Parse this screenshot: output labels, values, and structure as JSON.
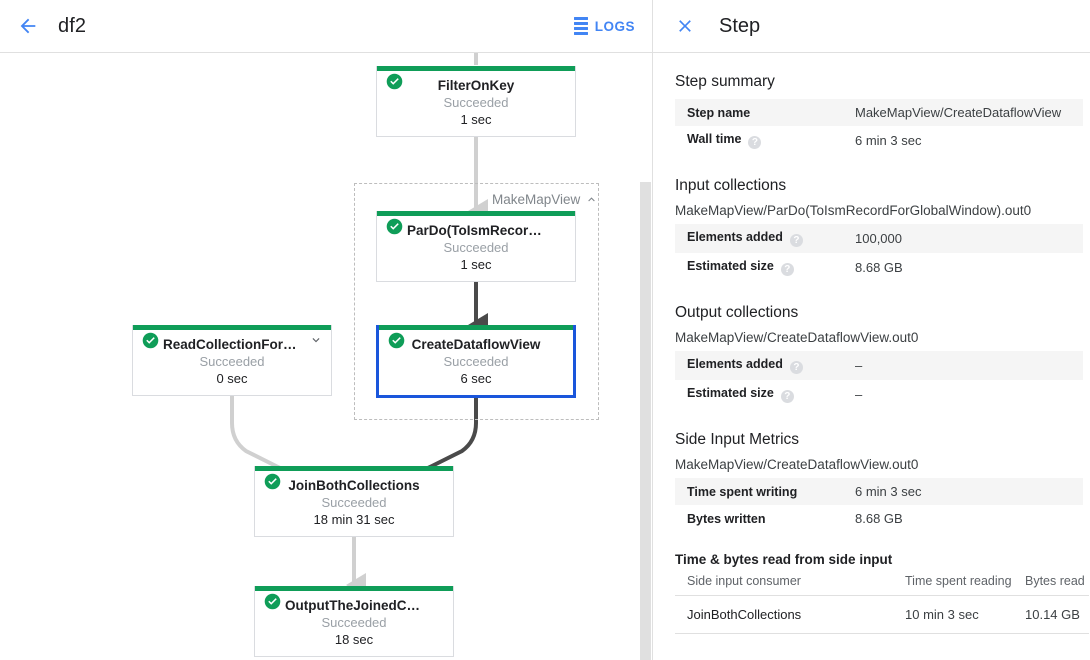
{
  "header": {
    "back_icon": "arrow-back-icon",
    "job_title": "df2",
    "logs_label": "LOGS",
    "logs_icon": "list-icon"
  },
  "graph": {
    "group": {
      "label": "MakeMapView",
      "collapse_icon": "chevron-up-icon"
    },
    "nodes": [
      {
        "id": "filter-on-key",
        "title": "FilterOnKey",
        "status": "Succeeded",
        "duration": "1 sec",
        "status_icon": "check-circle-icon",
        "selected": false,
        "chevron": null
      },
      {
        "id": "pardo-toismrecordfor",
        "title": "ParDo(ToIsmRecordFor…",
        "status": "Succeeded",
        "duration": "1 sec",
        "status_icon": "check-circle-icon",
        "selected": false,
        "chevron": null
      },
      {
        "id": "create-dataflow-view",
        "title": "CreateDataflowView",
        "status": "Succeeded",
        "duration": "6 sec",
        "status_icon": "check-circle-icon",
        "selected": true,
        "chevron": null
      },
      {
        "id": "read-collection-for-join",
        "title": "ReadCollectionForJoin",
        "status": "Succeeded",
        "duration": "0 sec",
        "status_icon": "check-circle-icon",
        "selected": false,
        "chevron": "chevron-down-icon"
      },
      {
        "id": "join-both-collections",
        "title": "JoinBothCollections",
        "status": "Succeeded",
        "duration": "18 min 31 sec",
        "status_icon": "check-circle-icon",
        "selected": false,
        "chevron": null
      },
      {
        "id": "output-the-joined-collec",
        "title": "OutputTheJoinedCollec…",
        "status": "Succeeded",
        "duration": "18 sec",
        "status_icon": "check-circle-icon",
        "selected": false,
        "chevron": null
      }
    ]
  },
  "panel": {
    "close_icon": "close-icon",
    "title": "Step",
    "step_summary": {
      "heading": "Step summary",
      "rows": [
        {
          "key": "Step name",
          "value": "MakeMapView/CreateDataflowView",
          "help": false
        },
        {
          "key": "Wall time",
          "value": "6 min 3 sec",
          "help": true
        }
      ]
    },
    "input_collections": {
      "heading": "Input collections",
      "collection": "MakeMapView/ParDo(ToIsmRecordForGlobalWindow).out0",
      "rows": [
        {
          "key": "Elements added",
          "value": "100,000",
          "help": true
        },
        {
          "key": "Estimated size",
          "value": "8.68 GB",
          "help": true
        }
      ]
    },
    "output_collections": {
      "heading": "Output collections",
      "collection": "MakeMapView/CreateDataflowView.out0",
      "rows": [
        {
          "key": "Elements added",
          "value": "–",
          "help": true
        },
        {
          "key": "Estimated size",
          "value": "–",
          "help": true
        }
      ]
    },
    "side_input_metrics": {
      "heading": "Side Input Metrics",
      "collection": "MakeMapView/CreateDataflowView.out0",
      "rows": [
        {
          "key": "Time spent writing",
          "value": "6 min 3 sec",
          "help": false
        },
        {
          "key": "Bytes written",
          "value": "8.68 GB",
          "help": false
        }
      ],
      "table_title": "Time & bytes read from side input",
      "columns": [
        "Side input consumer",
        "Time spent reading",
        "Bytes read"
      ],
      "rows_data": [
        [
          "JoinBothCollections",
          "10 min 3 sec",
          "10.14 GB"
        ]
      ]
    }
  },
  "colors": {
    "accent_blue": "#4285f4",
    "selected_border": "#1a56db",
    "success_green": "#0f9d58",
    "node_bar_green": "#00c853",
    "edge_light": "#d0d0d0",
    "edge_dark": "#4a4a4a",
    "row_stripe": "#f5f5f5"
  }
}
